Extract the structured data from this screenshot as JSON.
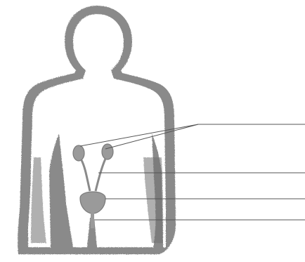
{
  "diagram": {
    "subject": "human-figure-urinary-system",
    "colors": {
      "background": "#ffffff",
      "body_outline": "#8a8a8a",
      "body_shading": "#6f6f6f",
      "organ_fill": "#9a9a9a",
      "organ_stroke": "#7a7a7a",
      "leader_line": "#555555"
    },
    "labels": [
      {
        "id": "kidneys",
        "text": ""
      },
      {
        "id": "ureter",
        "text": ""
      },
      {
        "id": "bladder",
        "text": ""
      },
      {
        "id": "urethra",
        "text": ""
      }
    ]
  }
}
